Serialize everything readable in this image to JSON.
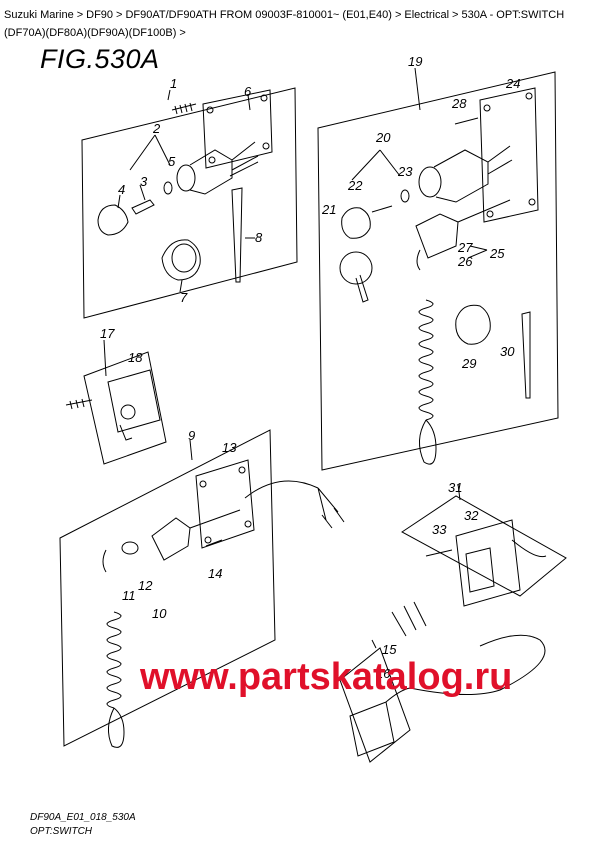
{
  "breadcrumb": {
    "items": [
      "Suzuki Marine",
      "DF90",
      "DF90AT/DF90ATH FROM 09003F-810001~ (E01,E40)",
      "Electrical",
      "530A - OPT:SWITCH (DF70A)(DF80A)(DF90A)(DF100B)"
    ],
    "separator": ">"
  },
  "figure": {
    "title": "FIG.530A",
    "code": "DF90A_E01_018_530A",
    "name": "OPT:SWITCH"
  },
  "callouts": [
    "1",
    "2",
    "3",
    "4",
    "5",
    "6",
    "7",
    "8",
    "9",
    "10",
    "11",
    "12",
    "13",
    "14",
    "15",
    "16",
    "17",
    "18",
    "19",
    "20",
    "21",
    "22",
    "23",
    "24",
    "25",
    "26",
    "27",
    "28",
    "29",
    "30",
    "31",
    "32",
    "33"
  ],
  "watermark": "www.partskatalog.ru",
  "colors": {
    "watermark": "#e0102a",
    "line": "#000000"
  }
}
